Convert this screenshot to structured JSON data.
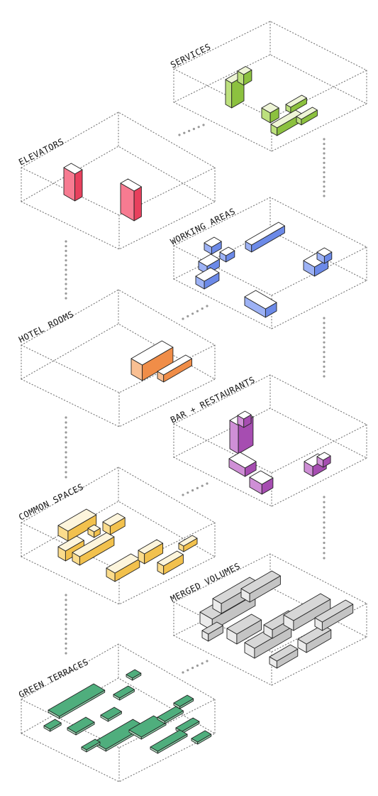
{
  "layers": [
    {
      "id": "services",
      "label": "SERVICES",
      "top_color": "#eef5d6",
      "front_color": "#bde07e",
      "side_color": "#8cc13f"
    },
    {
      "id": "elevators",
      "label": "ELEVATORS",
      "top_color": "#ffffff",
      "front_color": "#f77b91",
      "side_color": "#e8405d"
    },
    {
      "id": "working",
      "label": "WORKING AREAS",
      "top_color": "#ffffff",
      "front_color": "#9db2f5",
      "side_color": "#6c8ae8"
    },
    {
      "id": "hotel",
      "label": "HOTEL ROOMS",
      "top_color": "#ffffff",
      "front_color": "#f9bf92",
      "side_color": "#f08d48"
    },
    {
      "id": "bar",
      "label": "BAR + RESTAURANTS",
      "top_color": "#ffffff",
      "front_color": "#cf8fd6",
      "side_color": "#a64db1"
    },
    {
      "id": "common",
      "label": "COMMON SPACES",
      "top_color": "#fdf5dc",
      "front_color": "#fbdc8c",
      "side_color": "#f2c14d"
    },
    {
      "id": "merged",
      "label": "MERGED VOLUMES",
      "top_color": "#d7d7d7",
      "front_color": "#ebebeb",
      "side_color": "#c4c4c4"
    },
    {
      "id": "green",
      "label": "GREEN TERRACES",
      "top_color": "#4fae7d",
      "front_color": "#b7e2c6",
      "side_color": "#86c9a2"
    }
  ]
}
